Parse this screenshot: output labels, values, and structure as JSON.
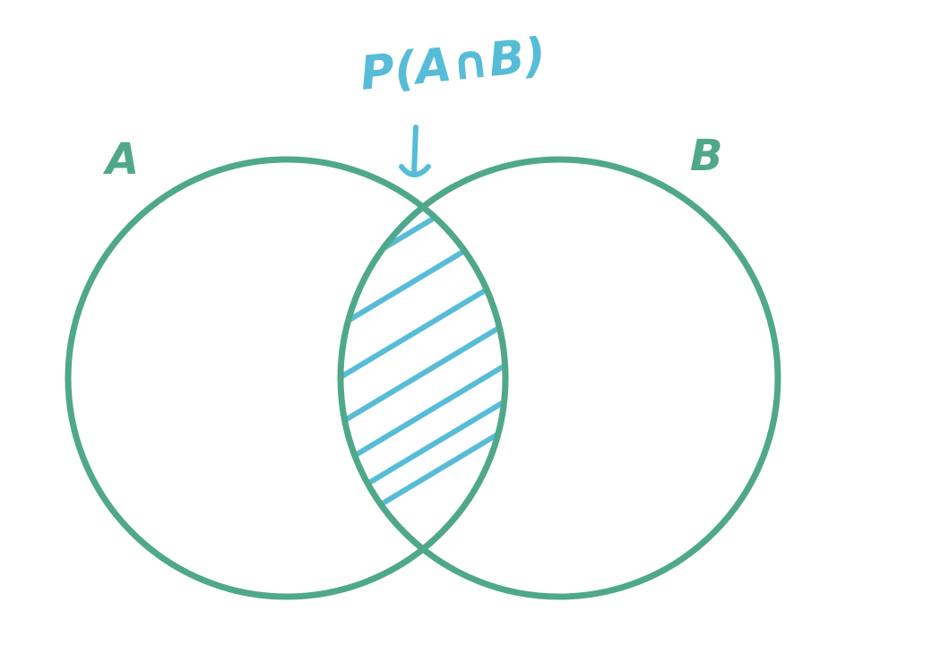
{
  "diagram": {
    "set_a_label": "A",
    "set_b_label": "B",
    "intersection_label": "P(A∩B)"
  },
  "colors": {
    "background": "#ffffff",
    "circle_stroke": "#4fa88a",
    "hatch": "#57bcd8",
    "label_set": "#4fa88a",
    "label_intersection": "#57bcd8"
  },
  "icons": {
    "arrow": "down-arrow-icon"
  }
}
